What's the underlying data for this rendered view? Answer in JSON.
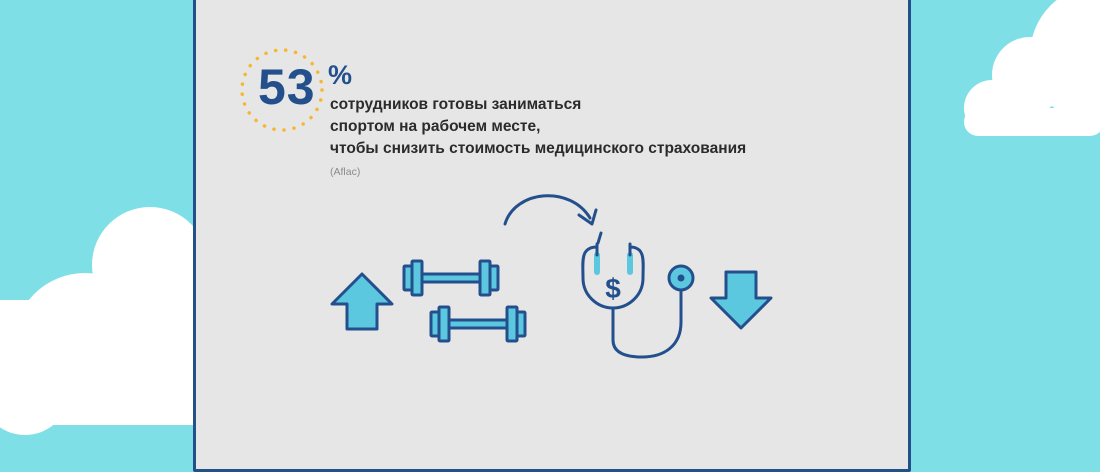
{
  "stat": {
    "value": "53",
    "unit": "%",
    "lines": [
      "сотрудников готовы заниматься",
      "спортом на рабочем месте,",
      "чтобы снизить стоимость медицинского страхования"
    ],
    "source": "(Aflac)"
  },
  "icons": {
    "arrow_up": "arrow-up-icon",
    "dumbbell": "dumbbell-icon",
    "curved_arrow": "curved-arrow-icon",
    "stethoscope": "stethoscope-icon",
    "dollar": "dollar-icon",
    "arrow_down": "arrow-down-icon"
  },
  "colors": {
    "background": "#7fdfe6",
    "panel": "#e6e6e6",
    "navy": "#23508c",
    "accent": "#5cc8e0",
    "ring": "#f5b731",
    "text": "#2b2b2b"
  }
}
